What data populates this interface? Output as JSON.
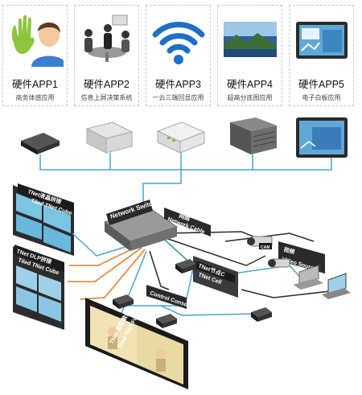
{
  "apps": [
    {
      "title": "硬件APP1",
      "subtitle": "商务体感应用",
      "icon": "gesture-user-icon"
    },
    {
      "title": "硬件APP2",
      "subtitle": "信息上屏决策系统",
      "icon": "meeting-icon"
    },
    {
      "title": "硬件APP3",
      "subtitle": "一云三端回显应用",
      "icon": "wifi-icon"
    },
    {
      "title": "硬件APP4",
      "subtitle": "超高分底图应用",
      "icon": "landscape-photo-icon"
    },
    {
      "title": "硬件APP5",
      "subtitle": "电子白板应用",
      "icon": "whiteboard-icon"
    }
  ],
  "devices": [
    "set-top-box-icon",
    "server-box-icon",
    "wireless-router-icon",
    "rack-server-icon",
    "touch-panel-icon"
  ],
  "labels": {
    "lcd_wall_cn": "TNet液晶拼接",
    "lcd_wall_en": "Tiled TNet Cube",
    "dlp_wall_cn": "TNet DLP拼接",
    "dlp_wall_en": "Tiled TNet Cube",
    "switch": "Network Switch",
    "cable_cn": "网络",
    "cable_en": "Network Cable",
    "tnet_cn": "TNet节点C",
    "tnet_en": "TNet Cell",
    "video_cn": "视频",
    "video_en": "Video Source",
    "cam": "CAM",
    "console": "Control Console",
    "fusion_cn": "TNet 投影融合",
    "fusion_en": "Tiled TNet Fusion"
  },
  "colors": {
    "bus": "#4aa3d9",
    "cable_dark": "#2b2b2b",
    "cable_teal": "#2a8aa0",
    "cable_orange": "#e07b2b",
    "screen_blue": "#6fb7d8"
  }
}
